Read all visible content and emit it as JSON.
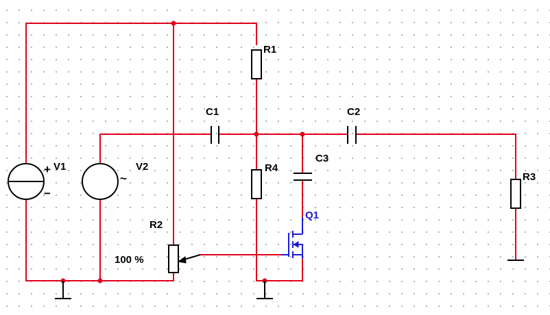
{
  "components": {
    "V1": {
      "name": "V1",
      "plus": "+",
      "minus": "−"
    },
    "V2": {
      "name": "V2",
      "ac": "~"
    },
    "R1": {
      "name": "R1"
    },
    "R2": {
      "name": "R2",
      "wiper": "100 %"
    },
    "R3": {
      "name": "R3"
    },
    "R4": {
      "name": "R4"
    },
    "C1": {
      "name": "C1"
    },
    "C2": {
      "name": "C2"
    },
    "C3": {
      "name": "C3"
    },
    "Q1": {
      "name": "Q1"
    }
  },
  "colors": {
    "wire": "#e0001b",
    "component": "#000000",
    "transistor": "#1a1adb",
    "grid_dot": "#9a9a9a"
  }
}
